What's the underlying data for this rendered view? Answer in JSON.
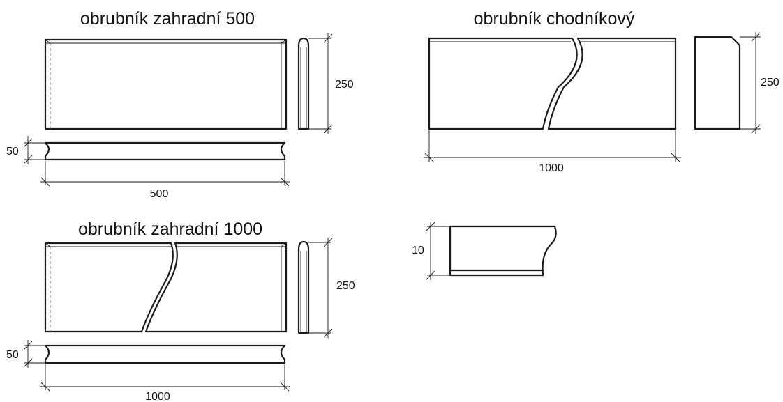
{
  "titles": {
    "garden_500": "obrubník zahradní 500",
    "sidewalk": "obrubník chodníkový",
    "garden_1000": "obrubník zahradní 1000"
  },
  "dimensions": {
    "g500_height": "250",
    "g500_thickness": "50",
    "g500_length": "500",
    "sw_height": "250",
    "sw_length": "1000",
    "g1000_height": "250",
    "g1000_thickness": "50",
    "g1000_length": "1000",
    "detail_thickness": "10"
  },
  "colors": {
    "line": "#1a1a1a",
    "background": "#ffffff"
  }
}
